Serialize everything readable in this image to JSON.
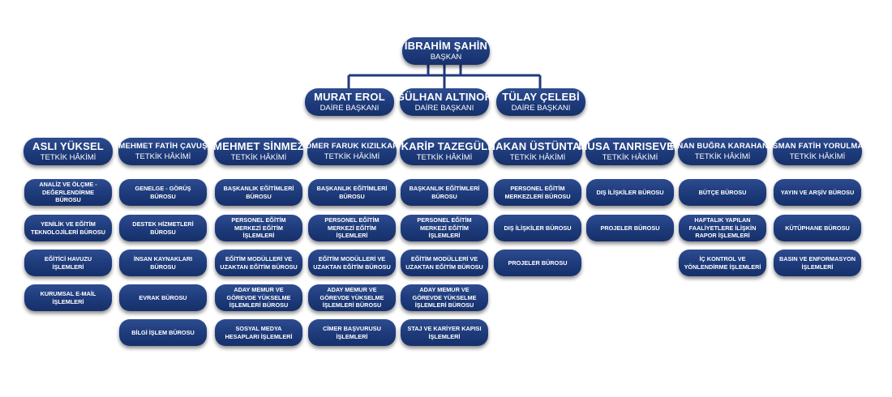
{
  "head": {
    "name": "İBRAHİM ŞAHİN",
    "title": "BAŞKAN"
  },
  "directors": [
    {
      "name": "MURAT EROL",
      "title": "DAİRE BAŞKANI"
    },
    {
      "name": "GÜLHAN ALTINOK",
      "title": "DAİRE BAŞKANI"
    },
    {
      "name": "TÜLAY ÇELEBİ",
      "title": "DAİRE BAŞKANI"
    }
  ],
  "judges": [
    {
      "name": "ASLI YÜKSEL",
      "title": "TETKİK HÂKİMİ",
      "units": [
        "ANALİZ VE ÖLÇME - DEĞERLENDİRME BÜROSU",
        "YENİLİK VE EĞİTİM TEKNOLOJİLERİ BÜROSU",
        "EĞİTİCİ HAVUZU İŞLEMLERİ",
        "KURUMSAL E-MAİL İŞLEMLERİ"
      ]
    },
    {
      "name": "MEHMET FATİH ÇAVUŞ",
      "title": "TETKİK HÂKİMİ",
      "units": [
        "GENELGE - GÖRÜŞ BÜROSU",
        "DESTEK HİZMETLERİ BÜROSU",
        "İNSAN KAYNAKLARI BÜROSU",
        "EVRAK BÜROSU",
        "BİLGİ İŞLEM BÜROSU"
      ]
    },
    {
      "name": "MEHMET SİNMEZ",
      "title": "TETKİK HÂKİMİ",
      "units": [
        "BAŞKANLIK EĞİTİMLERİ BÜROSU",
        "PERSONEL EĞİTİM MERKEZİ EĞİTİM İŞLEMLERİ",
        "EĞİTİM MODÜLLERİ VE UZAKTAN EĞİTİM BÜROSU",
        "ADAY MEMUR VE GÖREVDE YÜKSELME İŞLEMLERİ BÜROSU",
        "SOSYAL MEDYA HESAPLARI İŞLEMLERİ"
      ]
    },
    {
      "name": "ÖMER FARUK KIZILKAR",
      "title": "TETKİK HÂKİMİ",
      "units": [
        "BAŞKANLIK EĞİTİMLERİ BÜROSU",
        "PERSONEL EĞİTİM MERKEZİ EĞİTİM İŞLEMLERİ",
        "EĞİTİM MODÜLLERİ VE UZAKTAN EĞİTİM BÜROSU",
        "ADAY MEMUR VE GÖREVDE YÜKSELME İŞLEMLERİ BÜROSU",
        "CİMER BAŞVURUSU İŞLEMLERİ"
      ]
    },
    {
      "name": "KARİP TAZEGÜL",
      "title": "TETKİK HÂKİMİ",
      "units": [
        "BAŞKANLIK EĞİTİMLERİ BÜROSU",
        "PERSONEL EĞİTİM MERKEZİ EĞİTİM İŞLEMLERİ",
        "EĞİTİM MODÜLLERİ VE UZAKTAN EĞİTİM BÜROSU",
        "ADAY MEMUR VE GÖREVDE YÜKSELME İŞLEMLERİ BÜROSU",
        "STAJ VE KARİYER KAPISI İŞLEMLERİ"
      ]
    },
    {
      "name": "HAKAN ÜSTÜNTAŞ",
      "title": "TETKİK HÂKİMİ",
      "units": [
        "PERSONEL EĞİTİM MERKEZLERİ BÜROSU",
        "DIŞ İLİŞKİLER BÜROSU",
        "PROJELER BÜROSU"
      ]
    },
    {
      "name": "MUSA TANRISEVEN",
      "title": "TETKİK HÂKİMİ",
      "units": [
        "DIŞ İLİŞKİLER BÜROSU",
        "PROJELER BÜROSU"
      ]
    },
    {
      "name": "SİNAN BUĞRA KARAHANLI",
      "title": "TETKİK HÂKİMİ",
      "units": [
        "BÜTÇE BÜROSU",
        "HAFTALIK YAPILAN FAALİYETLERE İLİŞKİN RAPOR İŞLEMLERİ",
        "İÇ KONTROL VE YÖNLENDİRME İŞLEMLERİ"
      ]
    },
    {
      "name": "OSMAN FATİH YORULMAZ",
      "title": "TETKİK HÂKİMİ",
      "units": [
        "YAYIN VE ARŞİV BÜROSU",
        "KÜTÜPHANE BÜROSU",
        "BASIN VE ENFORMASYON İŞLEMLERİ"
      ]
    }
  ]
}
